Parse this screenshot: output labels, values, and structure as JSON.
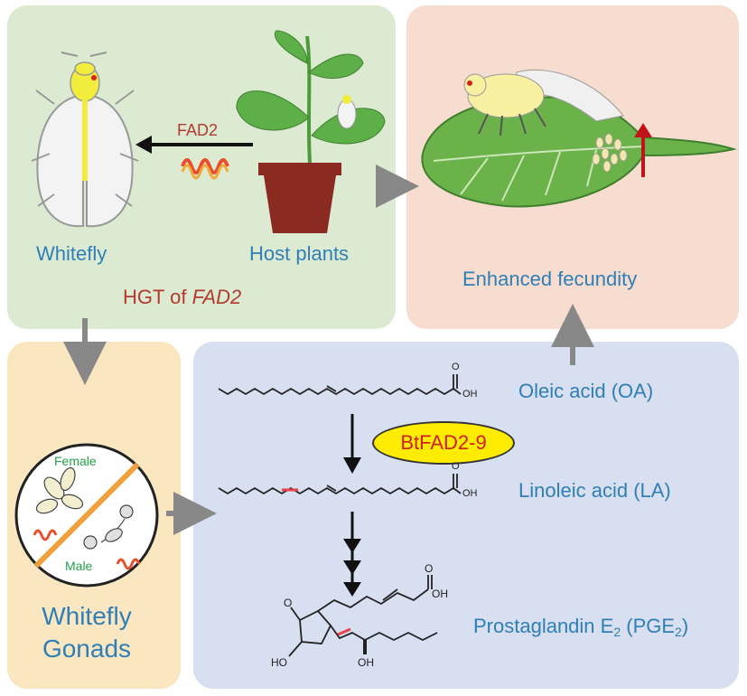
{
  "labels": {
    "fad2": "FAD2",
    "whitefly": "Whitefly",
    "host_plants": "Host plants",
    "hgt_prefix": "HGT of ",
    "hgt_gene": "FAD2",
    "enhanced_fecundity": "Enhanced fecundity",
    "gonads": "Whitefly Gonads",
    "female": "Female",
    "male": "Male",
    "enzyme": "BtFAD2-9",
    "oleic_acid": "Oleic acid (OA)",
    "linoleic_acid": "Linoleic acid (LA)",
    "pge_main": "Prostaglandin E",
    "pge_sub": "2",
    "pge_mid": " (PGE",
    "pge_sub2": "2",
    "pge_end": ")",
    "oh": "OH",
    "o": "O",
    "ho": "HO"
  },
  "colors": {
    "hgt_panel": "#dcead2",
    "fecundity_panel": "#f7dcd0",
    "gonads_panel": "#fbe6c2",
    "chemistry_panel": "#d8dff0",
    "label_blue": "#2f7fb7",
    "label_red": "#b33a2e",
    "enzyme_fill": "#ffec00",
    "double_bond_red": "#e8424a",
    "arrow_gray": "#888888"
  }
}
